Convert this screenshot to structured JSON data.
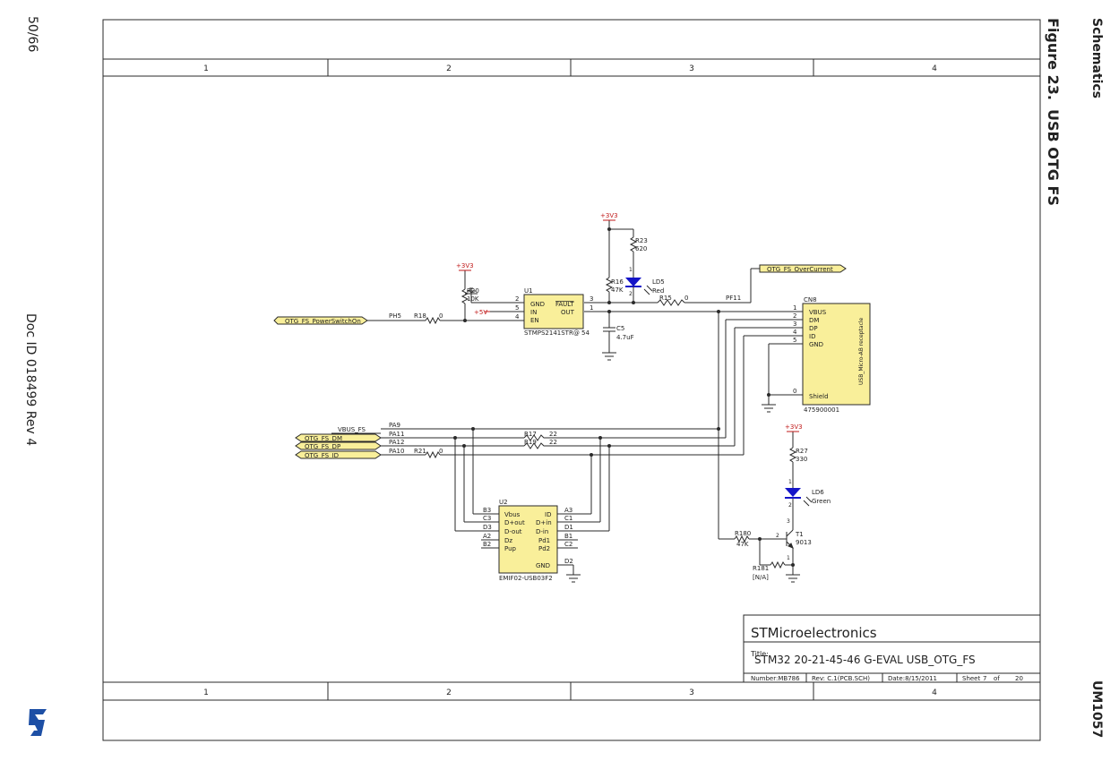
{
  "page": {
    "page_number": "50/66",
    "doc_id": "Doc ID 018499 Rev 4",
    "section": "Schematics",
    "doc_code": "UM1057",
    "figure": "Figure 23.",
    "figure_title": "USB OTG FS",
    "logo": "ST"
  },
  "frame": {
    "zones": [
      "1",
      "2",
      "3",
      "4"
    ]
  },
  "title_block": {
    "company": "STMicroelectronics",
    "title_label": "Title:",
    "title": "STM32 20-21-45-46 G-EVAL USB_OTG_FS",
    "number": "Number:MB786",
    "rev": "Rev: C.1(PCB.SCH)",
    "date": "Date:8/15/2011",
    "sheet_label": "Sheet",
    "sheet": "7",
    "of_label": "of",
    "total": "20"
  },
  "nets": {
    "power_switch_on": "OTG_FS_PowerSwitchOn",
    "over_current": "OTG_FS_OverCurrent",
    "vbus": "VBUS_FS",
    "dm": "OTG_FS_DM",
    "dp": "OTG_FS_DP",
    "id": "OTG_FS_ID",
    "ph5": "PH5",
    "pf11": "PF11",
    "pa9": "PA9",
    "pa11": "PA11",
    "pa12": "PA12",
    "pa10": "PA10",
    "p3v3": "+3V3",
    "p5v": "+5V"
  },
  "u1": {
    "ref": "U1",
    "part": "STMPS2141STR@ 54",
    "pins": [
      "GND",
      "IN",
      "EN",
      "FAULT",
      "OUT"
    ],
    "pin_numbers": [
      "2",
      "5",
      "4",
      "3",
      "1"
    ]
  },
  "u2": {
    "ref": "U2",
    "part": "EMIF02-USB03F2",
    "left_pins": [
      "Vbus",
      "D+out",
      "D-out",
      "Dz",
      "Pup"
    ],
    "left_nums": [
      "B3",
      "C3",
      "D3",
      "A2",
      "B2"
    ],
    "right_pins": [
      "ID",
      "D+in",
      "D-in",
      "Pd1",
      "Pd2",
      "GND"
    ],
    "right_nums": [
      "A3",
      "C1",
      "D1",
      "B1",
      "C2",
      "D2"
    ]
  },
  "cn8": {
    "ref": "CN8",
    "part": "475900001",
    "desc": "USB_Micro-AB receptacle",
    "pins": [
      "VBUS",
      "DM",
      "DP",
      "ID",
      "GND",
      "Shield"
    ],
    "pin_numbers": [
      "1",
      "2",
      "3",
      "4",
      "5",
      "0"
    ]
  },
  "passives": {
    "r18": {
      "ref": "R18",
      "val": "0"
    },
    "r20": {
      "ref": "R20",
      "val": "10K"
    },
    "r16": {
      "ref": "R16",
      "val": "47K"
    },
    "r23": {
      "ref": "R23",
      "val": "620"
    },
    "r15": {
      "ref": "R15",
      "val": "0"
    },
    "c5": {
      "ref": "C5",
      "val": "4.7uF"
    },
    "ld5": {
      "ref": "LD5",
      "val": "Red"
    },
    "r17": {
      "ref": "R17",
      "val": "22"
    },
    "r19": {
      "ref": "R19",
      "val": "22"
    },
    "r21": {
      "ref": "R21",
      "val": "0"
    },
    "r27": {
      "ref": "R27",
      "val": "330"
    },
    "ld6": {
      "ref": "LD6",
      "val": "Green"
    },
    "r180": {
      "ref": "R180",
      "val": "47K"
    },
    "r181": {
      "ref": "R181",
      "val": "[N/A]"
    },
    "t1": {
      "ref": "T1",
      "val": "9013"
    }
  },
  "colors": {
    "line": "#2a2a2a",
    "net_label_fill": "#f9ef9a",
    "led": "#1414c8",
    "power": "#c01818",
    "logo": "#1d4fa5"
  }
}
